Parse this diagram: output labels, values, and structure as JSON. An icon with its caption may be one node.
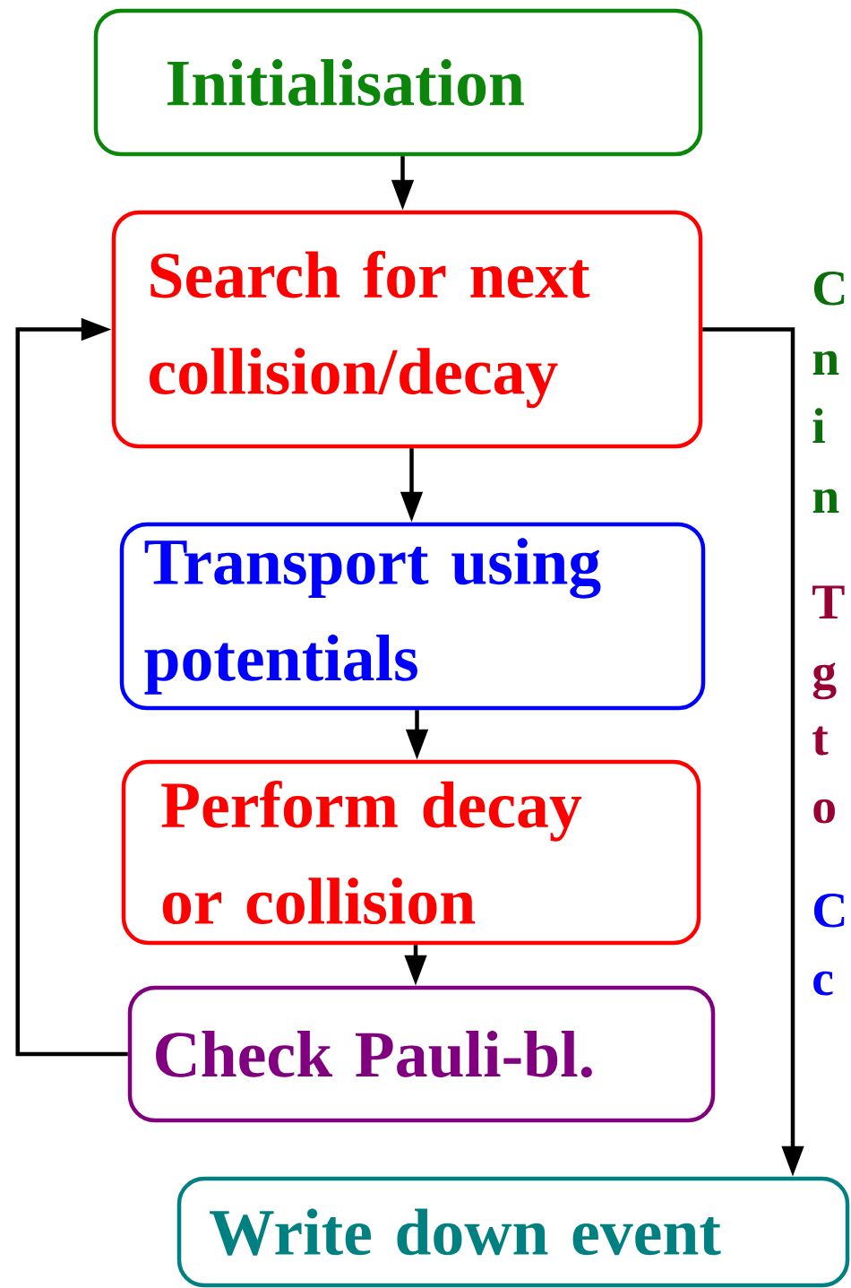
{
  "diagram": {
    "nodes": [
      {
        "text": [
          "Initialisation"
        ]
      },
      {
        "text": [
          "Search for next collision/decay"
        ]
      },
      {
        "text": [
          "Transport using potentials"
        ]
      },
      {
        "text": [
          "Perform decay or collision"
        ]
      },
      {
        "text": [
          "Check Pauli-bl."
        ]
      },
      {
        "text": [
          "Write down event"
        ]
      }
    ],
    "edges": [
      {
        "from": 0,
        "to": 1,
        "arrow": "to"
      },
      {
        "from": 1,
        "to": 2,
        "arrow": "to"
      },
      {
        "from": 2,
        "to": 3,
        "arrow": "to"
      },
      {
        "from": 3,
        "to": 4,
        "arrow": "to"
      },
      {
        "from": 4,
        "to": 1,
        "arrow": "to"
      },
      {
        "from": 1,
        "to": 5,
        "arrow": "to"
      }
    ],
    "labels": [
      "C",
      "n",
      "i",
      "n",
      "T",
      "g",
      "t",
      "o",
      "C",
      "c"
    ]
  }
}
